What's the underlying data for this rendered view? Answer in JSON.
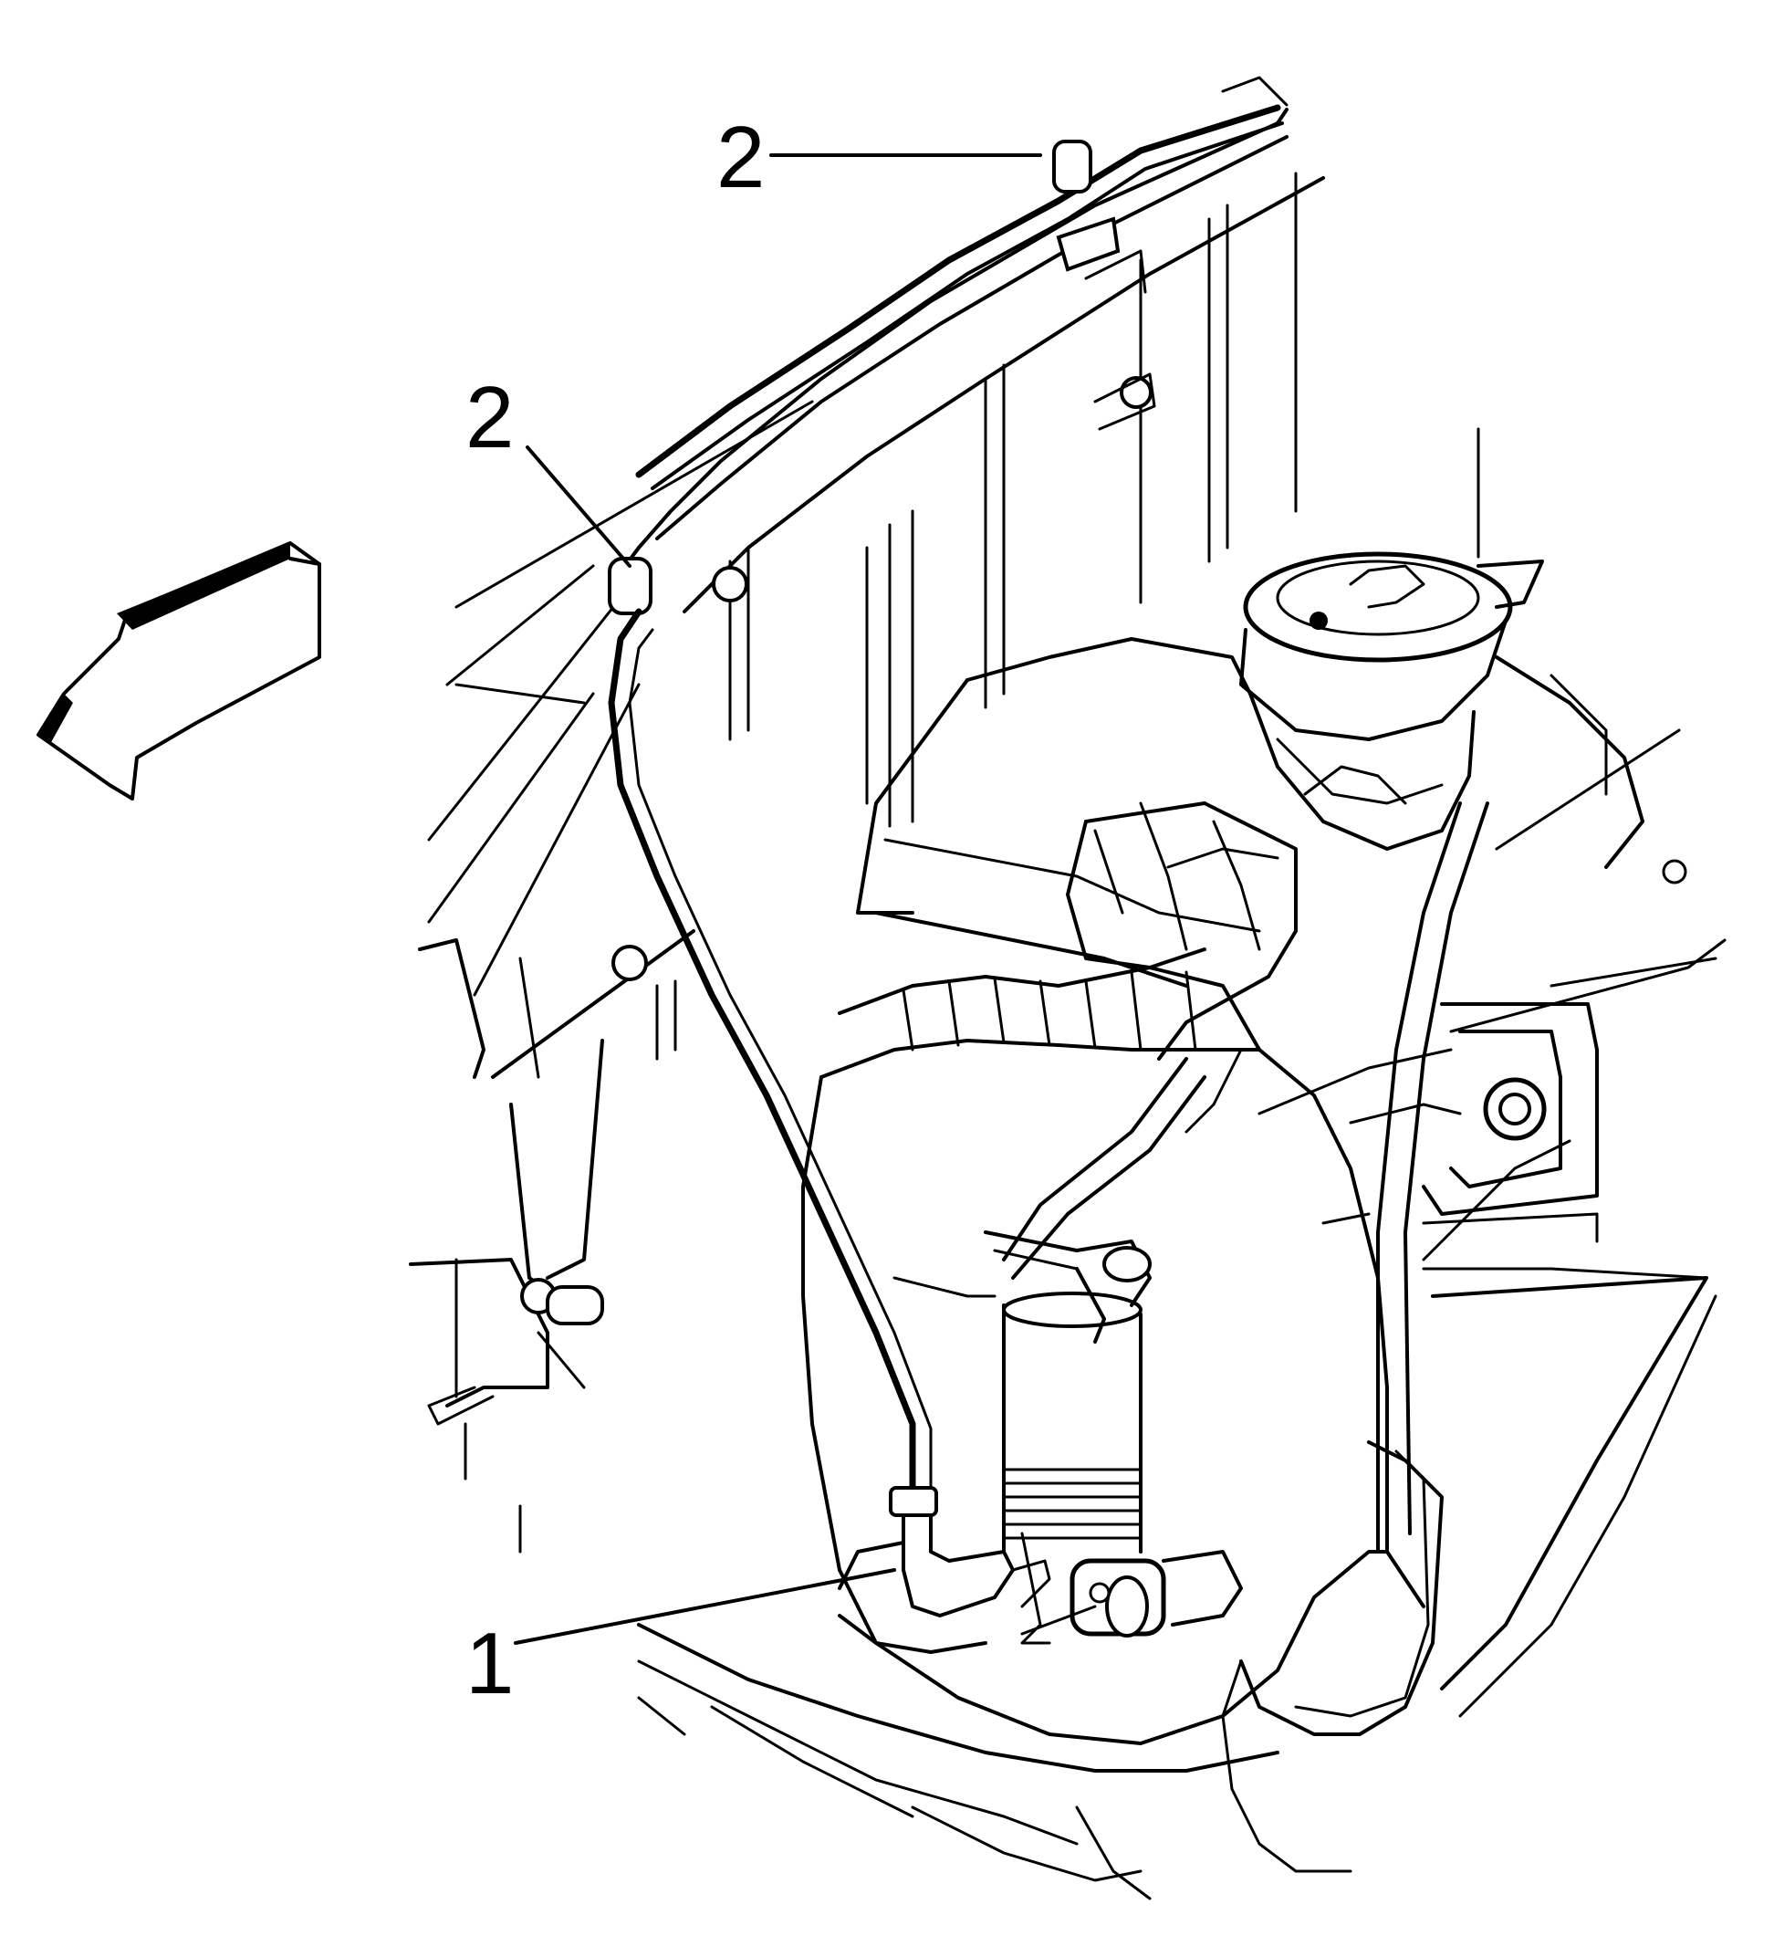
{
  "callouts": [
    {
      "id": "callout-1",
      "label": "1"
    },
    {
      "id": "callout-2-upper",
      "label": "2"
    },
    {
      "id": "callout-2-lower",
      "label": "2"
    }
  ],
  "icons": {
    "direction_arrow": "forward-arrow-icon"
  },
  "colors": {
    "line": "#000000",
    "background": "#ffffff"
  }
}
